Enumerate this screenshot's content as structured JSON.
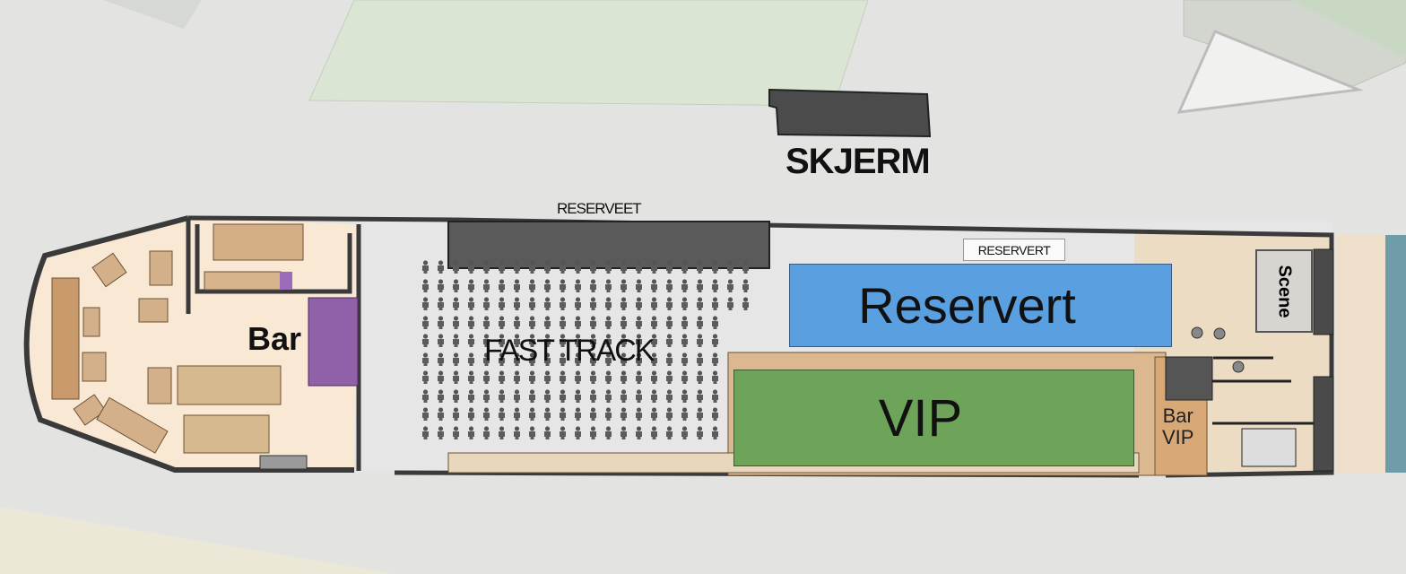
{
  "title": "SKJERM",
  "labels": {
    "reserved_top": "RESERVEET",
    "reserved_box": "RESERVERT",
    "reserved_area": "Reservert",
    "vip_area": "VIP",
    "fast_track": "FAST TRACK",
    "bar": "Bar",
    "bar_vip_line1": "Bar",
    "bar_vip_line2": "VIP",
    "stage": "Scene"
  },
  "crowd": {
    "rows": 10,
    "columns": 22
  },
  "colors": {
    "reserved": "#5a9fe0",
    "vip": "#6ea35a",
    "bar_counter": "#9060a8",
    "bar_floor": "#f7e8d4",
    "wood": "#ecdcc4"
  }
}
